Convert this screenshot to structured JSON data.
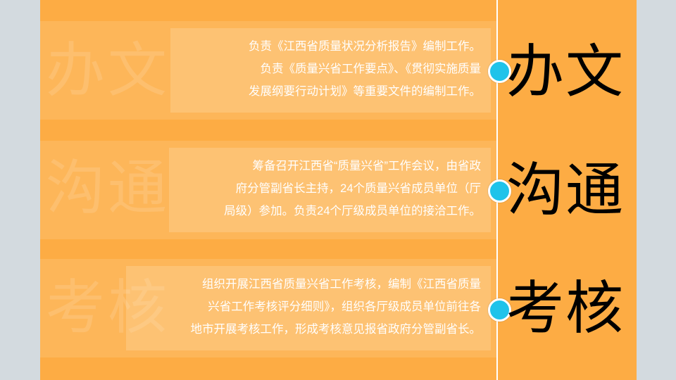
{
  "sections": [
    {
      "title": "办文",
      "lines": [
        "负责《江西省质量状况分析报告》编制工作。",
        "负责《质量兴省工作要点》、《贯彻实施质量",
        "发展纲要行动计划》等重要文件的编制工作。"
      ]
    },
    {
      "title": "沟通",
      "lines": [
        "筹备召开江西省“质量兴省”工作会议，由省政",
        "府分管副省长主持，24个质量兴省成员单位（厅",
        "局级）参加。负责24个厅级成员单位的接洽工作。"
      ]
    },
    {
      "title": "考核",
      "lines": [
        "组织开展江西省质量兴省工作考核，编制《江西省质量",
        "兴省工作考核评分细则》，组织各厅级成员单位前往各",
        "地市开展考核工作，形成考核意见报省政府分管副省长。"
      ]
    }
  ],
  "colors": {
    "background": "#fdac44",
    "dot": "#1fc3ea",
    "sidebar": "#d3dadf"
  }
}
